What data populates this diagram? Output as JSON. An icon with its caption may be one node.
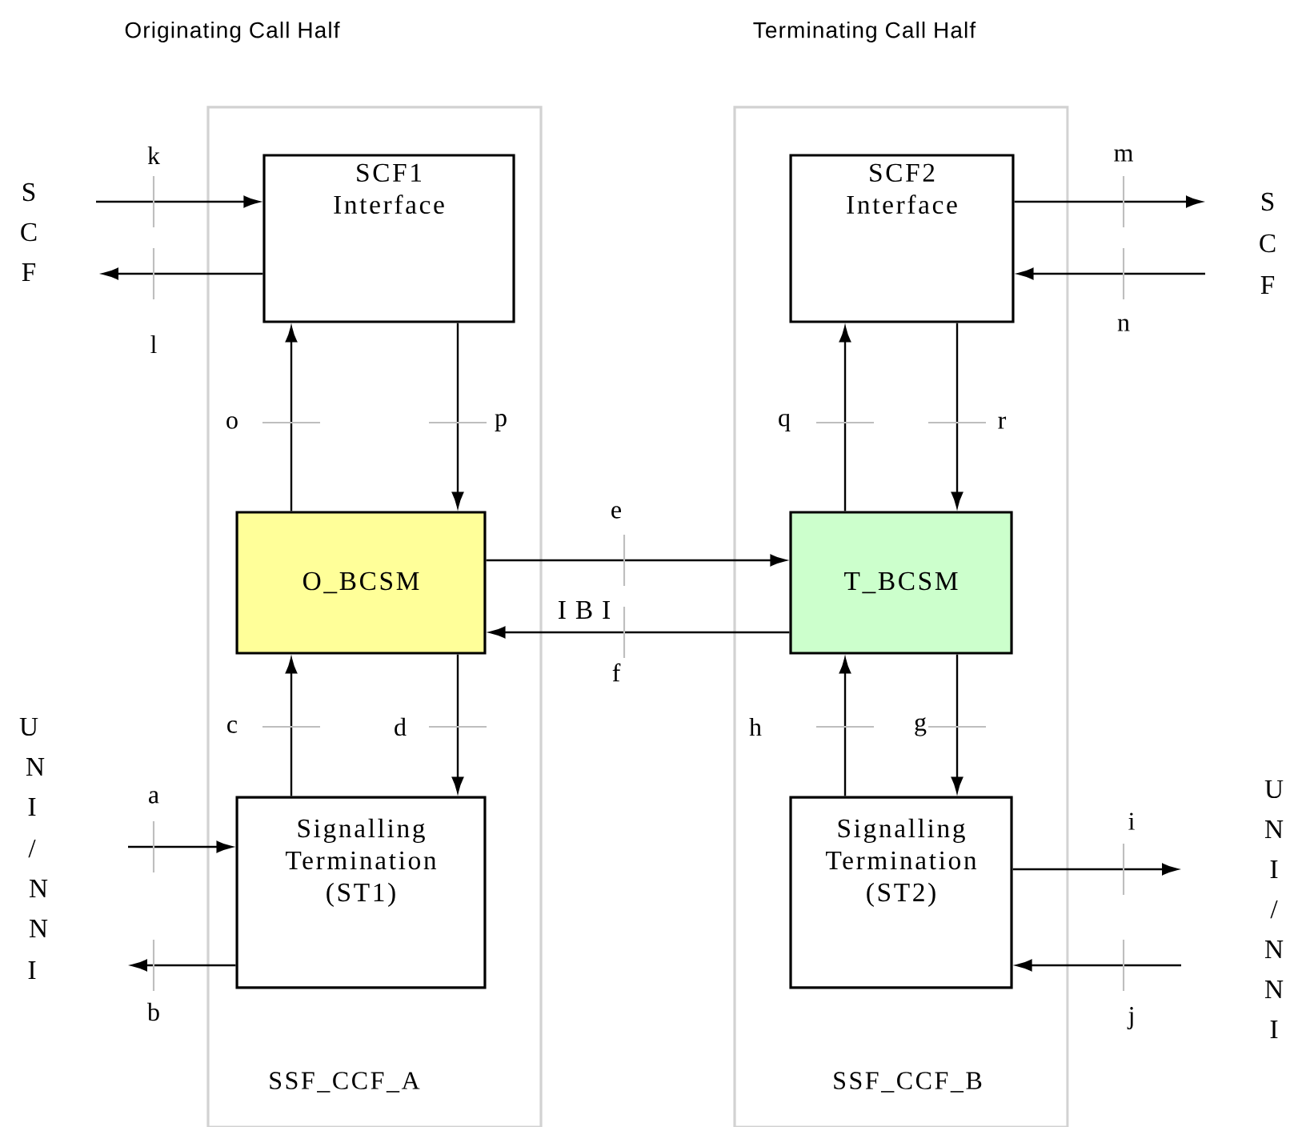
{
  "diagram": {
    "nodes": [
      {
        "text": [
          "Originating Call Half",
          "SSF_CCF_A"
        ]
      },
      {
        "text": [
          "SCF1 Interface"
        ],
        "in": 0
      },
      {
        "text": [
          "O_BCSM"
        ],
        "in": 0
      },
      {
        "text": [
          "Signalling Termination (ST1)"
        ],
        "in": 0
      },
      {
        "text": [
          "Terminating Call Half",
          "SSF_CCF_B"
        ]
      },
      {
        "text": [
          "SCF2 Interface"
        ],
        "in": 4
      },
      {
        "text": [
          "T_BCSM"
        ],
        "in": 4
      },
      {
        "text": [
          "Signalling Termination (ST2)"
        ],
        "in": 4
      }
    ],
    "edges": [
      {
        "from": null,
        "to": 1,
        "arrow": "to",
        "label": "k"
      },
      {
        "from": 1,
        "to": null,
        "arrow": "to",
        "label": "l"
      },
      {
        "from": 2,
        "to": 1,
        "arrow": "to",
        "label": "o"
      },
      {
        "from": 1,
        "to": 2,
        "arrow": "to",
        "label": "p"
      },
      {
        "from": 2,
        "to": 6,
        "arrow": "to",
        "label": "e"
      },
      {
        "from": 6,
        "to": 2,
        "arrow": "to",
        "label": "f"
      },
      {
        "from": 3,
        "to": 2,
        "arrow": "to",
        "label": "c"
      },
      {
        "from": 2,
        "to": 3,
        "arrow": "to",
        "label": "d"
      },
      {
        "from": null,
        "to": 3,
        "arrow": "to",
        "label": "a"
      },
      {
        "from": 3,
        "to": null,
        "arrow": "to",
        "label": "b"
      },
      {
        "from": 5,
        "to": null,
        "arrow": "to",
        "label": "m"
      },
      {
        "from": null,
        "to": 5,
        "arrow": "to",
        "label": "n"
      },
      {
        "from": 6,
        "to": 5,
        "arrow": "to",
        "label": "q"
      },
      {
        "from": 5,
        "to": 6,
        "arrow": "to",
        "label": "r"
      },
      {
        "from": 7,
        "to": 6,
        "arrow": "to",
        "label": "h"
      },
      {
        "from": 6,
        "to": 7,
        "arrow": "to",
        "label": "g"
      },
      {
        "from": 7,
        "to": null,
        "arrow": "to",
        "label": "i"
      },
      {
        "from": null,
        "to": 7,
        "arrow": "to",
        "label": "j"
      }
    ],
    "labels": [
      "S",
      "C",
      "F",
      "S",
      "C",
      "F",
      "I B I",
      "U",
      "N",
      "I",
      "/",
      "N",
      "N",
      "I",
      "U",
      "N",
      "I",
      "/",
      "N",
      "N",
      "I"
    ]
  }
}
